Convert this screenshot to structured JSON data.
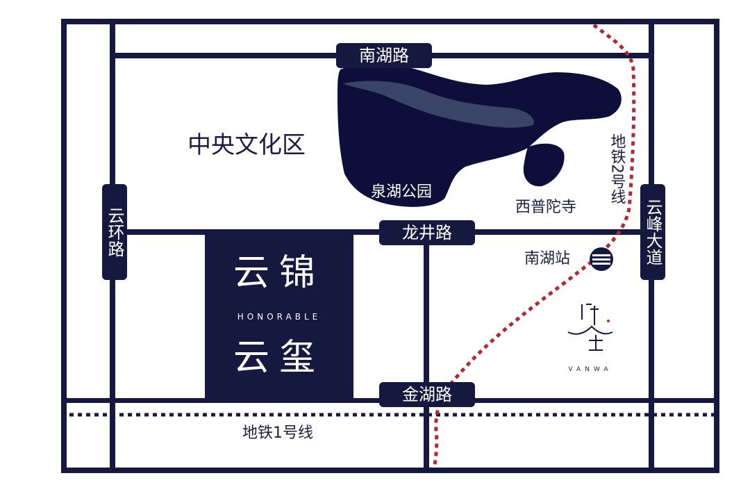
{
  "colors": {
    "road": "#15183f",
    "lake": "#0d0f3a",
    "lake_highlight": "#3a4468",
    "metro_line_2": "#b02a35",
    "metro_line_1": "#15183f",
    "background": "#ffffff"
  },
  "roads": {
    "nanhu_lu": "南湖路",
    "longjing_lu": "龙井路",
    "jinhu_lu": "金湖路",
    "yunhuan_lu": "云环路",
    "yunfeng_dadao": "云峰大道"
  },
  "areas": {
    "central_culture_district": "中央文化区",
    "quanhu_park": "泉湖公园",
    "xiputuo_temple": "西普陀寺"
  },
  "metro": {
    "line_1": "地铁1号线",
    "line_2": "地铁2号线",
    "nanhu_station": "南湖站",
    "station_icon": "metro-logo-icon"
  },
  "project": {
    "name_cn": "云锦云玺",
    "name_en": "HONORABLE"
  },
  "landmark": {
    "name_en": "VANWA",
    "logo_icon": "vanwa-logo-icon"
  }
}
